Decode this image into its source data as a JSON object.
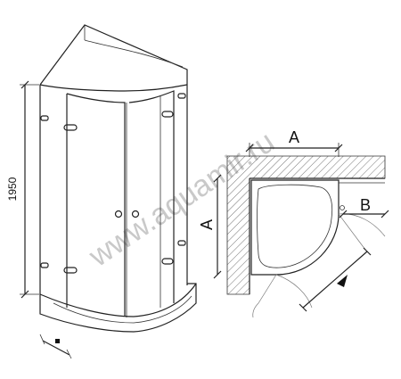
{
  "watermark": "www.aquamir.ru",
  "shower_view": {
    "height_dimension": "1950"
  },
  "plan_view": {
    "label_width": "A",
    "label_depth": "A",
    "label_door": "B"
  }
}
